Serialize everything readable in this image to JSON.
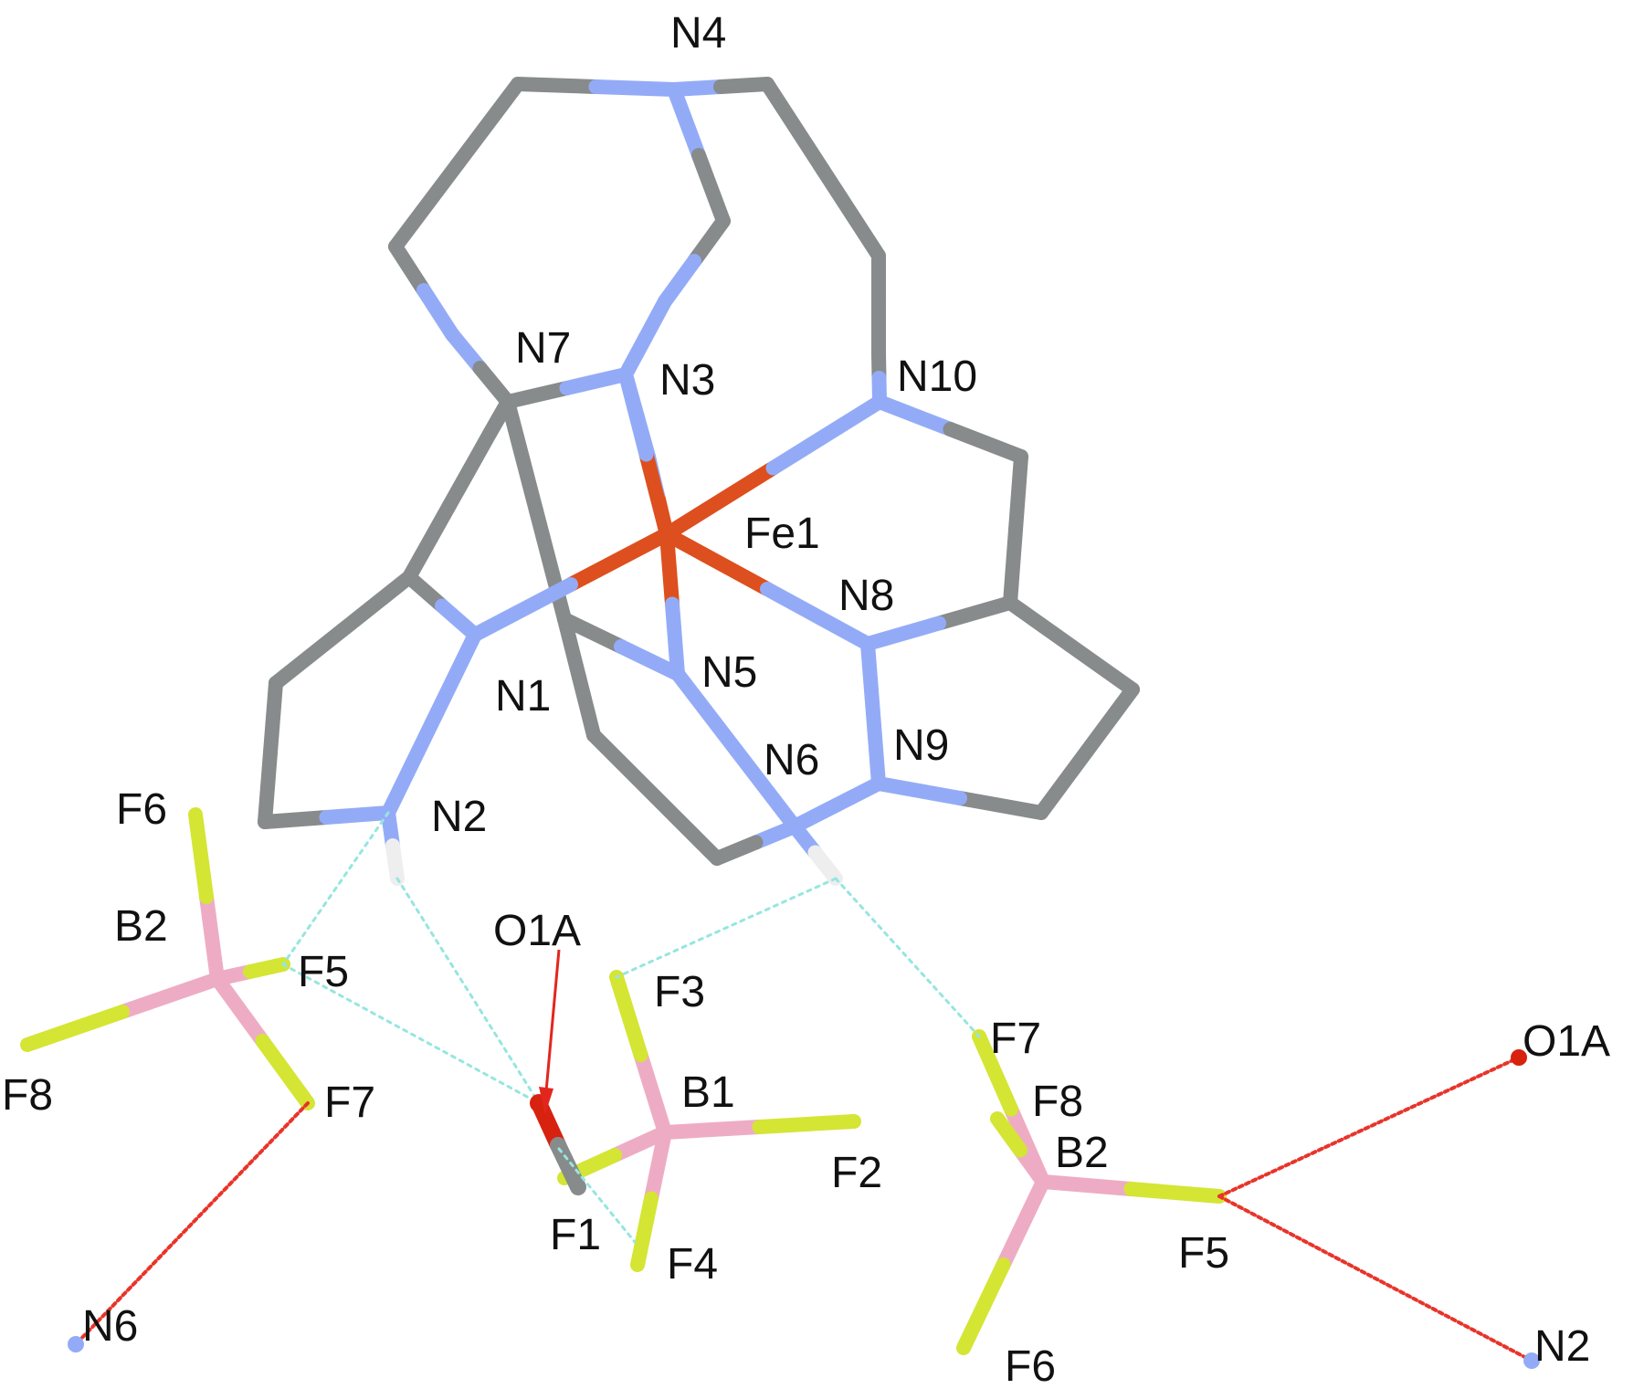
{
  "colors": {
    "C": "#878b8b",
    "N": "#93abf7",
    "Fe": "#dd4f1e",
    "F": "#d4e534",
    "B": "#eeacc4",
    "O": "#d7220f",
    "H": "#eeeeee",
    "hbond": "#95e6e0",
    "contact": "#e8342a",
    "arrow": "#e3261d"
  },
  "labels": {
    "N4": "N4",
    "N7": "N7",
    "N3": "N3",
    "N10": "N10",
    "Fe1": "Fe1",
    "N8": "N8",
    "N1": "N1",
    "N5": "N5",
    "N9": "N9",
    "N6": "N6",
    "N2": "N2",
    "F6a": "F6",
    "B2a": "B2",
    "F5a": "F5",
    "F8a": "F8",
    "F7a": "F7",
    "O1Aa": "O1A",
    "F3": "F3",
    "B1": "B1",
    "F2": "F2",
    "F1": "F1",
    "F4": "F4",
    "F7b": "F7",
    "F8b": "F8",
    "B2b": "B2",
    "F5b": "F5",
    "F6b": "F6",
    "O1Ab": "O1A",
    "N2b": "N2",
    "N6b": "N6"
  }
}
